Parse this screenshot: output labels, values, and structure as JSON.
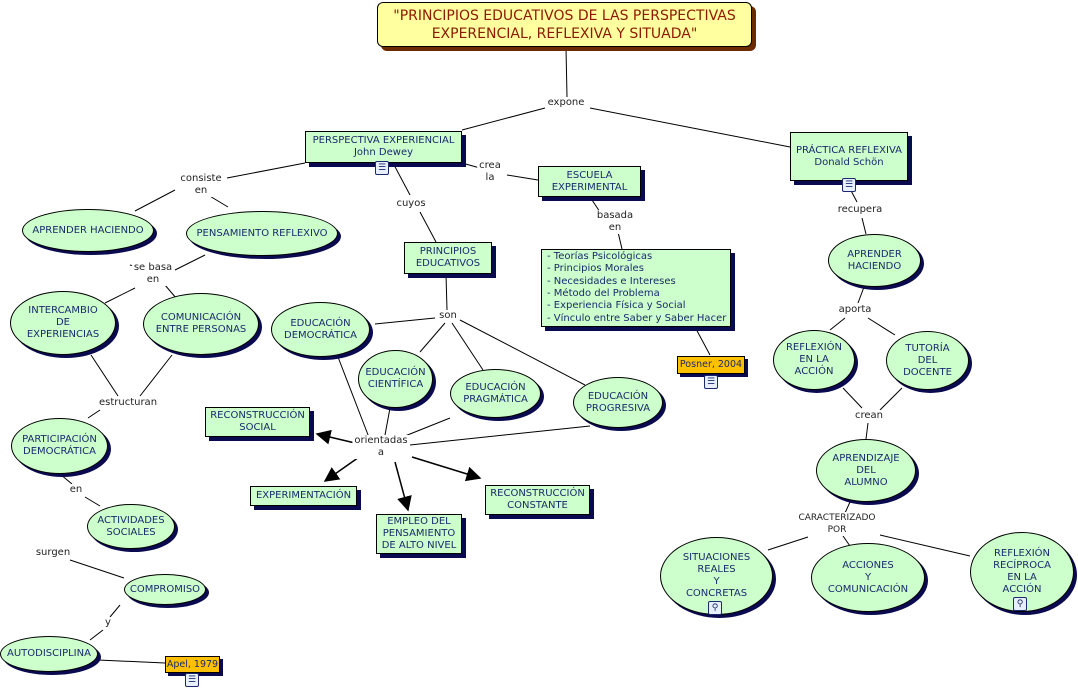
{
  "title": "\"PRINCIPIOS EDUCATIVOS DE LAS PERSPECTIVAS\nEXPERENCIAL, REFLEXIVA Y SITUADA\"",
  "nodes": {
    "persp_exp": "PERSPECTIVA EXPERIENCIAL\nJohn Dewey",
    "escuela": "ESCUELA\nEXPERIMENTAL",
    "practica": "PRÁCTICA REFLEXIVA\nDonald Schön",
    "principios": "PRINCIPIOS\nEDUCATIVOS",
    "list": "- Teorías Psicológicas\n- Principios Morales\n- Necesidades e Intereses\n- Método del Problema\n- Experiencia Física y Social\n- Vínculo entre Saber y Saber Hacer",
    "posner": "Posner, 2004",
    "recon_social": "RECONSTRUCCIÓN\nSOCIAL",
    "experimentacion": "EXPERIMENTACIÓN",
    "empleo": "EMPLEO DEL\nPENSAMIENTO\nDE ALTO NIVEL",
    "recon_constante": "RECONSTRUCCIÓN\nCONSTANTE",
    "apel": "Apel, 1979",
    "aprender_l": "APRENDER HACIENDO",
    "pensamiento": "PENSAMIENTO REFLEXIVO",
    "intercambio": "INTERCAMBIO\nDE\nEXPERIENCIAS",
    "comunicacion": "COMUNICACIÓN\nENTRE PERSONAS",
    "participacion": "PARTICIPACIÓN\nDEMOCRÁTICA",
    "actividades": "ACTIVIDADES\nSOCIALES",
    "compromiso": "COMPROMISO",
    "autodisciplina": "AUTODISCIPLINA",
    "ed_democratica": "EDUCACIÓN\nDEMOCRÁTICA",
    "ed_cientifica": "EDUCACIÓN\nCIENTÍFICA",
    "ed_pragmatica": "EDUCACIÓN\nPRAGMÁTICA",
    "ed_progresiva": "EDUCACIÓN\nPROGRESIVA",
    "aprender_r": "APRENDER\nHACIENDO",
    "reflexion_accion": "REFLEXIÓN\nEN LA\nACCIÓN",
    "tutoria": "TUTORÍA\nDEL\nDOCENTE",
    "aprendizaje": "APRENDIZAJE\nDEL\nALUMNO",
    "situaciones": "SITUACIONES\nREALES\nY\nCONCRETAS",
    "acciones": "ACCIONES\nY\nCOMUNICACIÓN",
    "reflexion_reciproca": "REFLEXIÓN\nRECÍPROCA\nEN LA\nACCIÓN"
  },
  "links": {
    "expone": "expone",
    "crea_la": "crea\nla",
    "cuyos": "cuyos",
    "basada_en": "basada\nen",
    "recupera": "recupera",
    "consiste_en": "consiste\nen",
    "se_basa_en": "se basa\nen",
    "son": "son",
    "orientadas_a": "orientadas\na",
    "estructuran": "estructuran",
    "en": "en",
    "surgen": "surgen",
    "y": "y",
    "aporta": "aporta",
    "crean": "crean",
    "caracterizado_por": "CARACTERIZADO\nPOR"
  },
  "icons": {
    "document": "document-icon",
    "concept_map": "concept-map-icon"
  }
}
